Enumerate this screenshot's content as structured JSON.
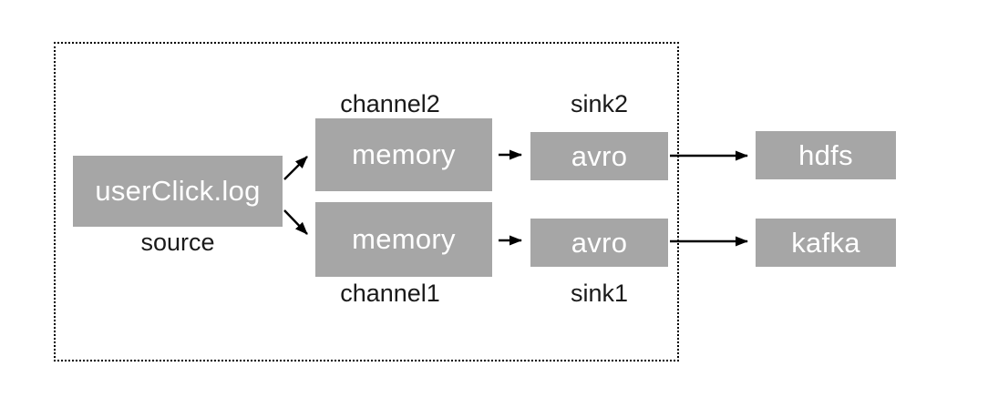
{
  "diagram": {
    "type": "flow-diagram",
    "boundary": {
      "style": "dotted"
    },
    "nodes": {
      "source": {
        "label": "userClick.log",
        "caption": "source"
      },
      "channel2": {
        "label": "memory",
        "caption": "channel2"
      },
      "channel1": {
        "label": "memory",
        "caption": "channel1"
      },
      "sink2": {
        "label": "avro",
        "caption": "sink2"
      },
      "sink1": {
        "label": "avro",
        "caption": "sink1"
      },
      "hdfs": {
        "label": "hdfs"
      },
      "kafka": {
        "label": "kafka"
      }
    },
    "edges": [
      {
        "from": "source",
        "to": "channel2"
      },
      {
        "from": "source",
        "to": "channel1"
      },
      {
        "from": "channel2",
        "to": "sink2"
      },
      {
        "from": "channel1",
        "to": "sink1"
      },
      {
        "from": "sink2",
        "to": "hdfs"
      },
      {
        "from": "sink1",
        "to": "kafka"
      }
    ],
    "colors": {
      "background": "#ffffff",
      "node_fill": "#a6a6a6",
      "node_text": "#ffffff",
      "caption_text": "#1a1a1a",
      "arrow": "#000000",
      "boundary": "#000000"
    }
  }
}
